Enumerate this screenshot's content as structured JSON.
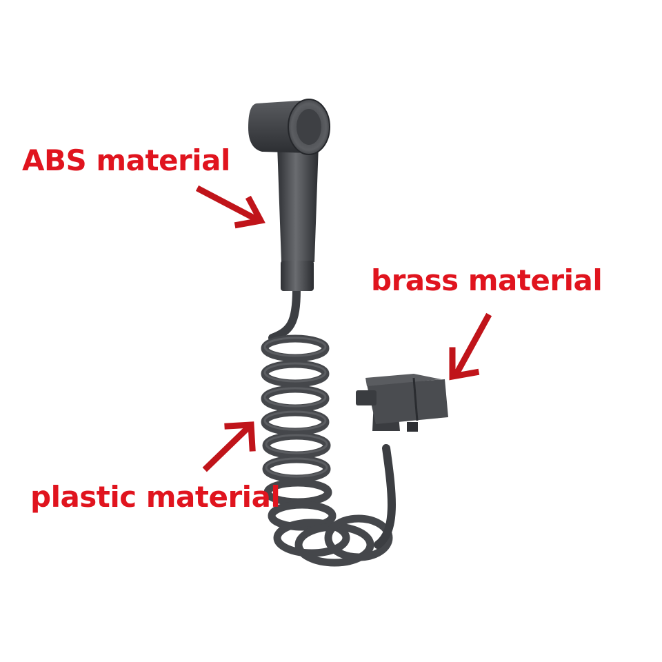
{
  "labels": {
    "abs": "ABS material",
    "brass": "brass material",
    "plastic": "plastic material"
  },
  "colors": {
    "label": "#e0141e",
    "arrow": "#c0141a",
    "product": "#4a4c50",
    "background": "#ffffff"
  },
  "icons": {
    "arrow": "arrow-icon",
    "spray-head": "spray-head-icon"
  }
}
